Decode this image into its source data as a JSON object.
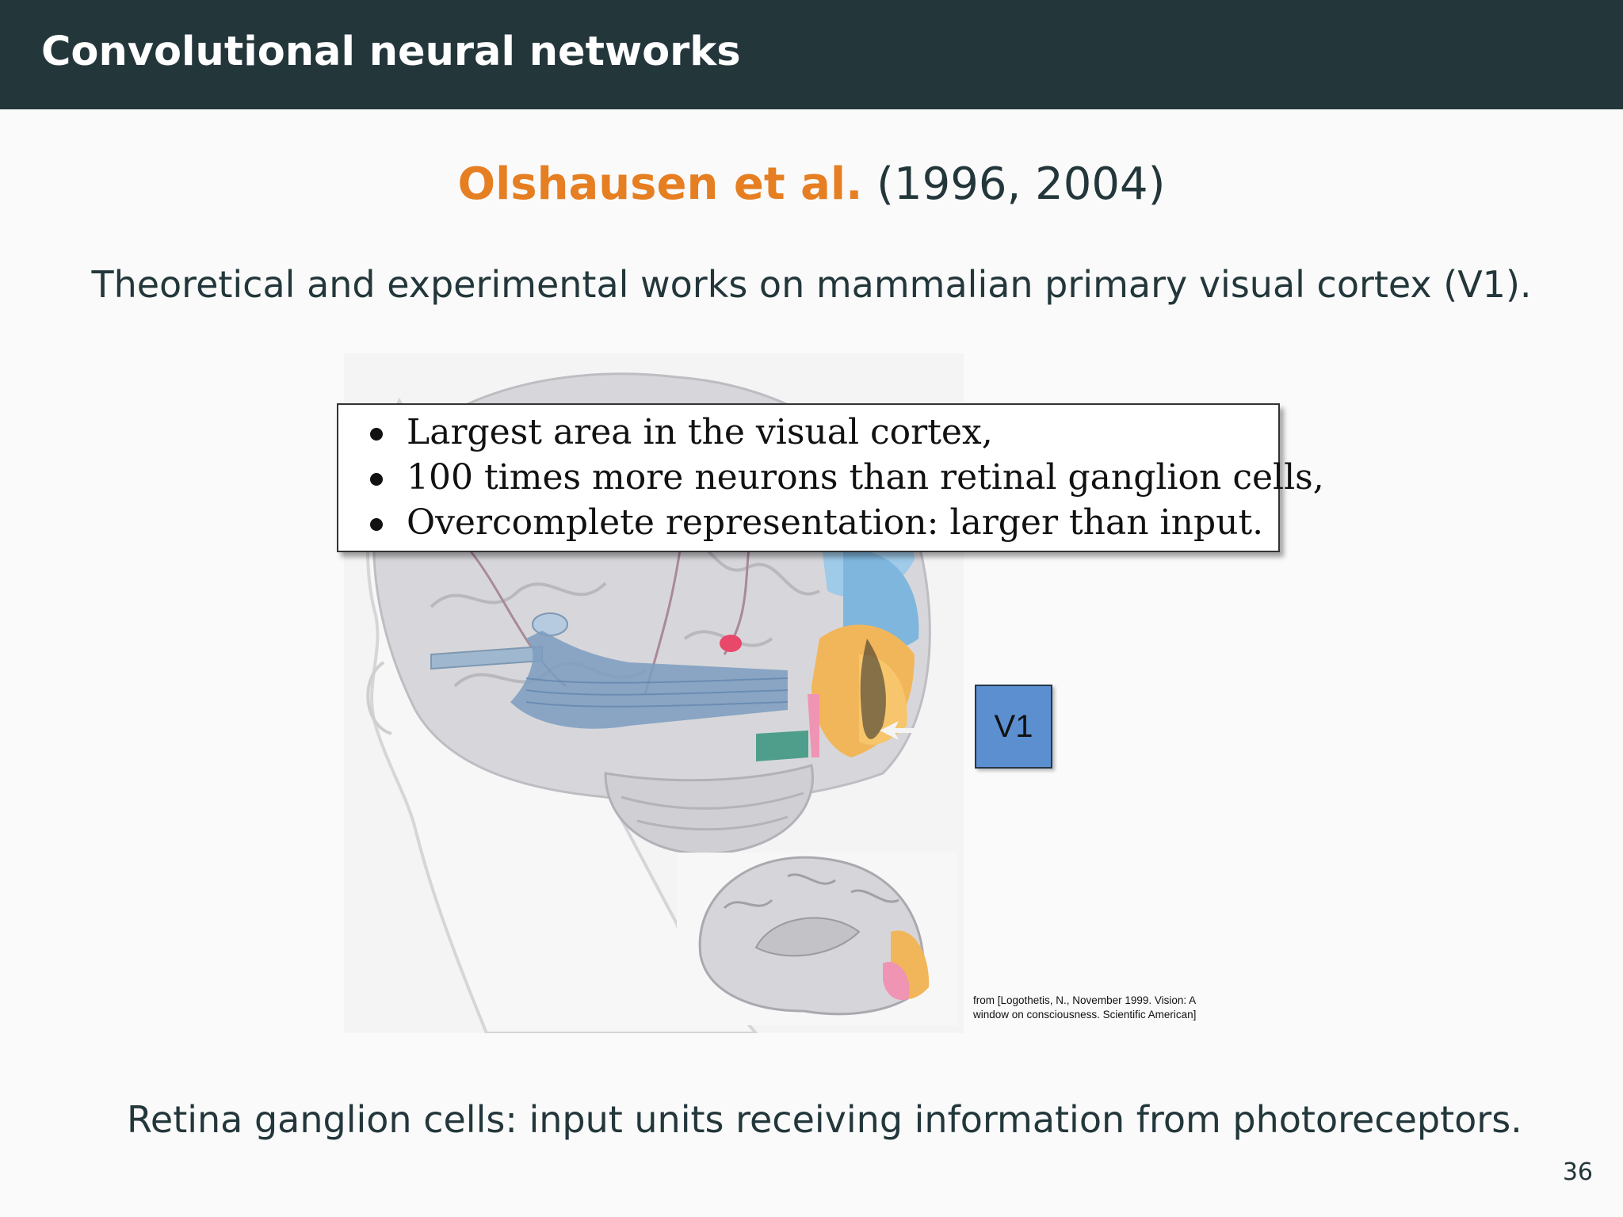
{
  "header": {
    "title": "Convolutional neural networks"
  },
  "subtitle": {
    "authors": "Olshausen et al.",
    "years": "(1996, 2004)"
  },
  "intro": "Theoretical and experimental works on mammalian primary visual cortex (V1).",
  "callout": {
    "bullets": [
      "Largest area in the visual cortex,",
      "100 times more neurons than retinal ganglion cells,",
      "Overcomplete representation: larger than input."
    ]
  },
  "figure": {
    "label": "V1"
  },
  "credit": {
    "line1": "from [Logothetis, N., November 1999.  Vision: A",
    "line2": "window on consciousness.  Scientific American]"
  },
  "bottom_text": "Retina ganglion cells: input units receiving information from photoreceptors.",
  "page_number": "36",
  "colors": {
    "header_bg": "#23373b",
    "accent": "#e67e22",
    "text": "#23373b",
    "v1_box": "#5b8fcf"
  }
}
